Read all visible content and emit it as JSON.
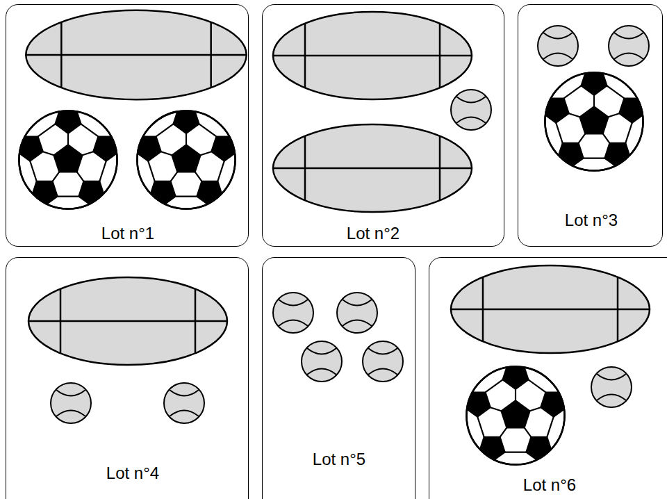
{
  "diagram": {
    "nodes": [
      {
        "text": [
          "Lot n°1"
        ]
      },
      {
        "text": [
          "Lot n°2"
        ]
      },
      {
        "text": [
          "Lot n°3"
        ]
      },
      {
        "text": [
          "Lot n°4"
        ]
      },
      {
        "text": [
          "Lot n°5"
        ]
      },
      {
        "text": [
          "Lot n°6"
        ]
      }
    ],
    "edges": []
  }
}
